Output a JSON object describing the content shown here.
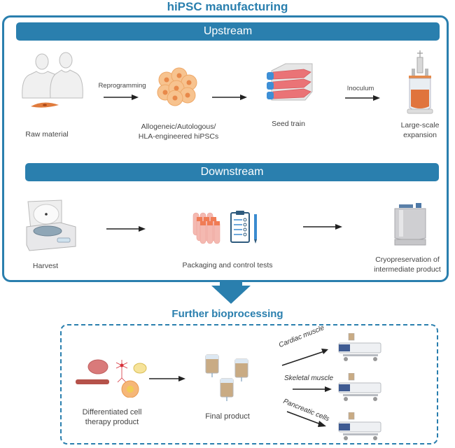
{
  "title": "hiPSC manufacturing",
  "upstream": {
    "band_label": "Upstream",
    "steps": [
      {
        "label": "Raw material",
        "icon": "human-figures-icon"
      },
      {
        "label": "Allogeneic/Autologous/\nHLA-engineered hiPSCs",
        "line1": "Allogeneic/Autologous/",
        "line2": "HLA-engineered hiPSCs",
        "icon": "cell-cluster-icon"
      },
      {
        "label": "Seed train",
        "icon": "culture-flasks-icon"
      },
      {
        "label": "Large-scale expansion",
        "line1": "Large-scale",
        "line2": "expansion",
        "icon": "bioreactor-icon"
      }
    ],
    "arrows": [
      {
        "label": "Reprogramming"
      },
      {
        "label": ""
      },
      {
        "label": "Inoculum"
      }
    ]
  },
  "downstream": {
    "band_label": "Downstream",
    "steps": [
      {
        "label": "Harvest",
        "icon": "centrifuge-icon"
      },
      {
        "label": "Packaging and control tests",
        "icon": "vials-clipboard-icon"
      },
      {
        "label": "Cryopreservation of intermediate product",
        "line1": "Cryopreservation of",
        "line2": "intermediate product",
        "icon": "cryo-tank-icon"
      }
    ]
  },
  "further": {
    "title": "Further bioprocessing",
    "steps": [
      {
        "line1": "Differentiated cell",
        "line2": "therapy product",
        "icon": "differentiated-cells-icon"
      },
      {
        "label": "Final product",
        "icon": "iv-bags-icon"
      }
    ],
    "applications": [
      {
        "label": "Cardiac muscle"
      },
      {
        "label": "Skeletal muscle"
      },
      {
        "label": "Pancreatic cells"
      }
    ]
  },
  "colors": {
    "accent": "#2a7fae",
    "cell_orange": "#f2b27a",
    "flask_red": "#e8686a",
    "flask_cap": "#3d8fd6"
  }
}
